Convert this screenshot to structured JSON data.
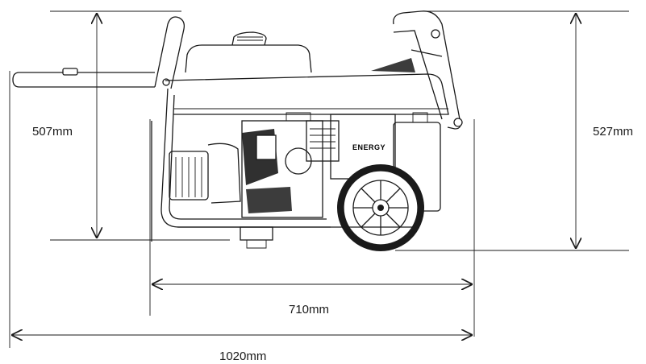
{
  "dimensions": {
    "height_left": "507mm",
    "height_right": "527mm",
    "depth_inner": "710mm",
    "length_overall": "1020mm"
  },
  "brand_text": "ENERGY"
}
